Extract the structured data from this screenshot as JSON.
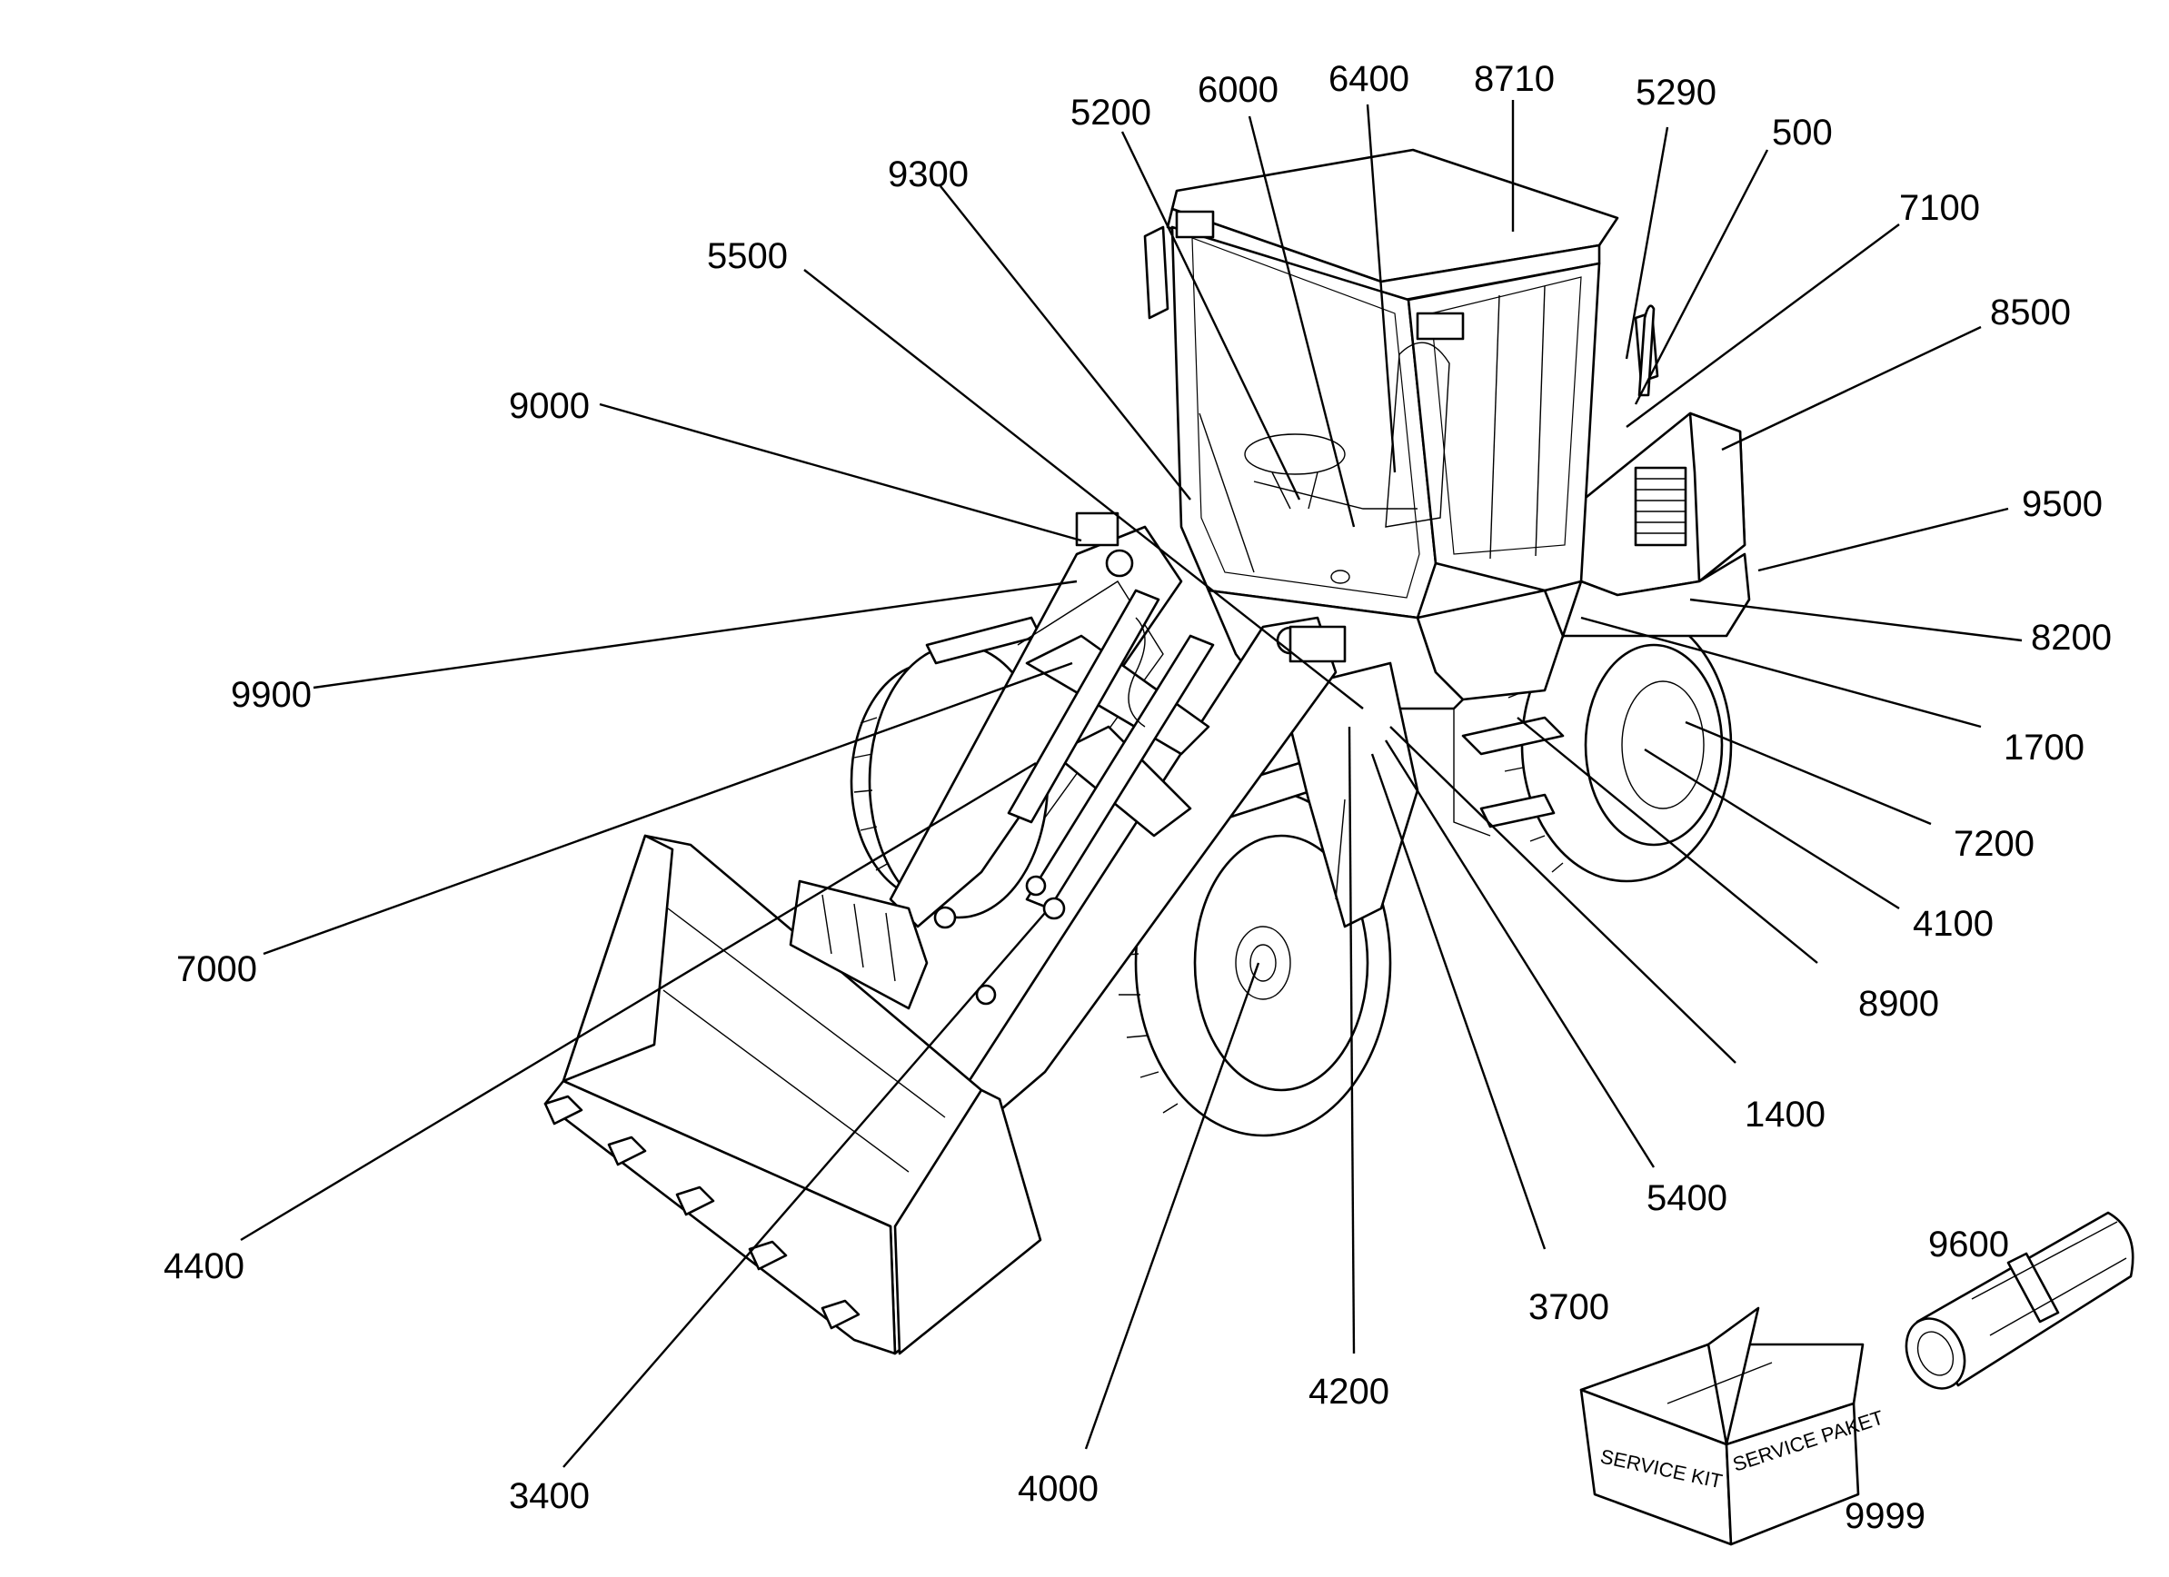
{
  "diagram": {
    "callouts": [
      {
        "id": "c-9900",
        "label": "9900"
      },
      {
        "id": "c-7000",
        "label": "7000"
      },
      {
        "id": "c-4400",
        "label": "4400"
      },
      {
        "id": "c-3400",
        "label": "3400"
      },
      {
        "id": "c-4000",
        "label": "4000"
      },
      {
        "id": "c-4200",
        "label": "4200"
      },
      {
        "id": "c-3700",
        "label": "3700"
      },
      {
        "id": "c-5400",
        "label": "5400"
      },
      {
        "id": "c-1400",
        "label": "1400"
      },
      {
        "id": "c-8900",
        "label": "8900"
      },
      {
        "id": "c-4100",
        "label": "4100"
      },
      {
        "id": "c-7200",
        "label": "7200"
      },
      {
        "id": "c-1700",
        "label": "1700"
      },
      {
        "id": "c-8200",
        "label": "8200"
      },
      {
        "id": "c-9500",
        "label": "9500"
      },
      {
        "id": "c-8500",
        "label": "8500"
      },
      {
        "id": "c-7100",
        "label": "7100"
      },
      {
        "id": "c-500",
        "label": "500"
      },
      {
        "id": "c-5290",
        "label": "5290"
      },
      {
        "id": "c-8710",
        "label": "8710"
      },
      {
        "id": "c-6400",
        "label": "6400"
      },
      {
        "id": "c-6000",
        "label": "6000"
      },
      {
        "id": "c-5200",
        "label": "5200"
      },
      {
        "id": "c-9300",
        "label": "9300"
      },
      {
        "id": "c-5500",
        "label": "5500"
      },
      {
        "id": "c-9000",
        "label": "9000"
      },
      {
        "id": "c-9600",
        "label": "9600"
      },
      {
        "id": "c-9999",
        "label": "9999"
      }
    ],
    "box_labels": {
      "front": "SERVICE KIT",
      "side": "SERVICE PAKET"
    }
  }
}
